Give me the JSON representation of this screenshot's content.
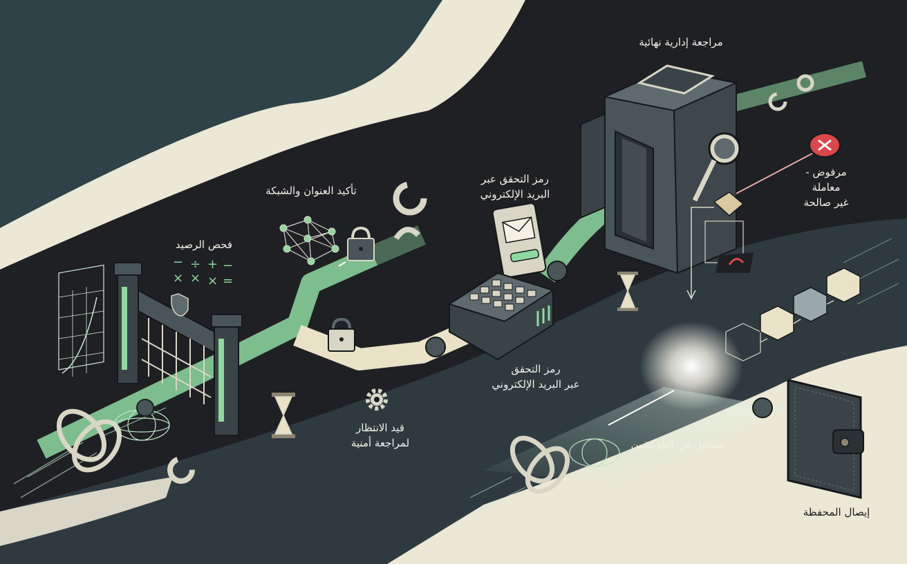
{
  "labels": {
    "final_review": "مراجعة إدارية نهائية",
    "address_network": "تأكيد العنوان والشبكة",
    "email_code_top": "رمز التحقق عبر\nالبريد الإلكتروني",
    "rejected": "مرفوض -\nمعاملة\nغير صالحة",
    "balance_check": "فحص الرصيد",
    "email_code_bottom": "رمز التحقق\nعبر البريد الإلكتروني",
    "security_hold": "قيد الانتظار\nلمراجعة أمنية",
    "blockchain_record": "تسجيل في البلوكشين",
    "wallet_receipt": "إيصال المحفظة"
  },
  "colors": {
    "background": "#2b2e33",
    "road": "#1e2024",
    "band_light": "#ece8d6",
    "band_dark": "#2e4248",
    "accent_green": "#8fd9a0",
    "path_cream": "#e9e2c6",
    "machine": "#4a5559",
    "reject_red": "#d9474b"
  },
  "icons": [
    "gate-icon",
    "shield-icon",
    "math-symbols-icon",
    "chart-icon",
    "network-icon",
    "padlock-icon",
    "hourglass-icon",
    "gear-icon",
    "envelope-icon",
    "keypad-icon",
    "magnifier-icon",
    "reject-x-icon",
    "wallet-icon",
    "blockchain-block-icon",
    "chain-link-icon",
    "coin-icon",
    "progress-ring-icon"
  ]
}
